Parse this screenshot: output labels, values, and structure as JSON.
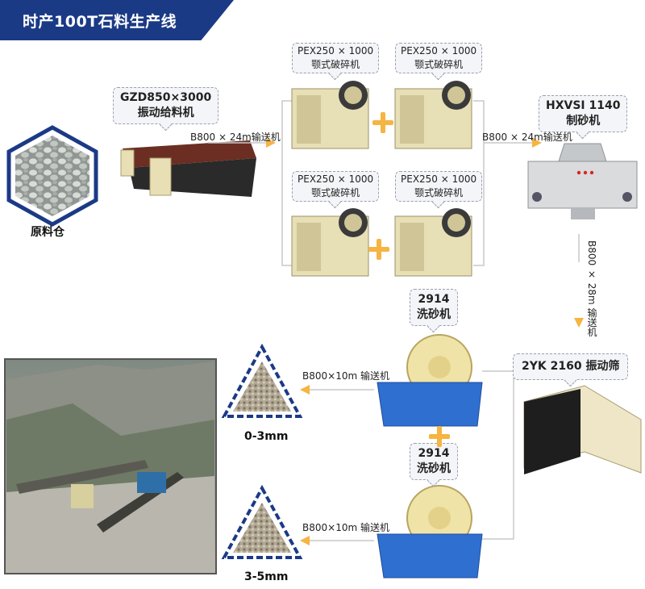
{
  "header": {
    "title": "时产100T石料生产线"
  },
  "raw_material": {
    "label": "原料仓"
  },
  "feeder": {
    "model": "GZD850×3000",
    "name": "振动给料机"
  },
  "jaw_crushers": [
    {
      "model": "PEX250 × 1000",
      "name": "颚式破碎机"
    },
    {
      "model": "PEX250 × 1000",
      "name": "颚式破碎机"
    },
    {
      "model": "PEX250 × 1000",
      "name": "颚式破碎机"
    },
    {
      "model": "PEX250 × 1000",
      "name": "颚式破碎机"
    }
  ],
  "sand_maker": {
    "model": "HXVSI 1140",
    "name": "制砂机"
  },
  "screen": {
    "label": "2YK 2160 振动筛"
  },
  "sand_washers": [
    {
      "model": "2914",
      "name": "洗砂机"
    },
    {
      "model": "2914",
      "name": "洗砂机"
    }
  ],
  "conveyors": {
    "c1": "B800 × 24m输送机",
    "c2": "B800 × 24m输送机",
    "c3": "B800 × 28m 输送机",
    "c4": "B800×10m 输送机",
    "c5": "B800×10m 输送机"
  },
  "products": {
    "p1": "0-3mm",
    "p2": "3-5mm"
  },
  "colors": {
    "header_bg": "#1b3a86",
    "arrow": "#f6b442",
    "accent_plus": "#f6b442",
    "machine_cream": "#e7dfb6",
    "washer_blue": "#2f6fd0"
  }
}
